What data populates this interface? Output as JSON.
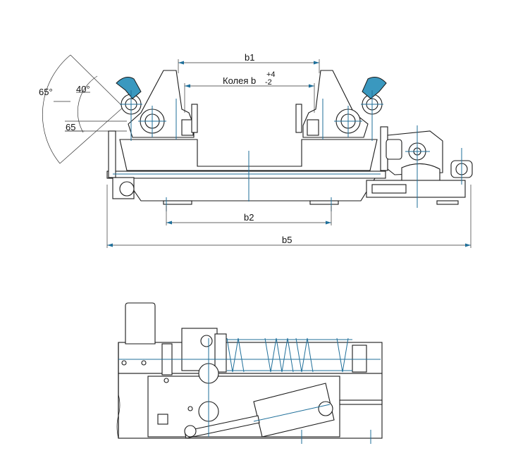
{
  "top_view": {
    "dim_b1": "b1",
    "dim_b2": "b2",
    "dim_b5": "b5",
    "gauge_label": "Колея b",
    "gauge_tol_plus": "+4",
    "gauge_tol_minus": "-2",
    "angle_large": "65°",
    "angle_small": "40°",
    "height_65": "65"
  },
  "colors": {
    "line": "#1a1a1a",
    "centerline": "#1f6f9a",
    "accent": "#3a98bf"
  }
}
